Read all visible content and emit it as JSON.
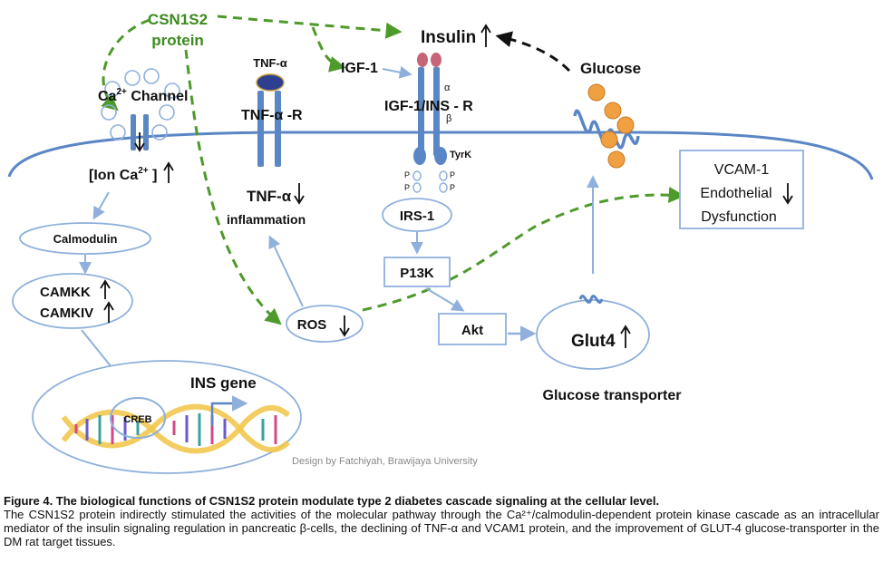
{
  "labels": {
    "csn1s2_line1": "CSN1S2",
    "csn1s2_line2": "protein",
    "insulin": "Insulin",
    "glucose": "Glucose",
    "ca_channel": "Channel",
    "tnf_alpha_ligand": "TNF-α",
    "tnf_receptor": "TNF-α -R",
    "igf1": "IGF-1",
    "igf_ins_receptor": "IGF-1/INS - R",
    "alpha": "α",
    "beta": "β",
    "tyrk": "TyrK",
    "p": "P",
    "ion_ca": "[Ion Ca",
    "ion_ca_close": "]",
    "tnf_alpha_down": "TNF-α",
    "inflammation": "inflammation",
    "irs1": "IRS-1",
    "p13k": "P13K",
    "calmodulin": "Calmodulin",
    "camkk": "CAMKK",
    "camkiv": "CAMKIV",
    "ros": "ROS",
    "akt": "Akt",
    "glut4": "Glut4",
    "glucose_transporter": "Glucose transporter",
    "vcam_line1": "VCAM-1",
    "vcam_line2": "Endothelial",
    "vcam_line3": "Dysfunction",
    "creb": "CREB",
    "ins_gene": "INS gene",
    "credit": "Design by Fatchiyah, Brawijaya University"
  },
  "caption": {
    "title": "Figure 4. The biological functions of CSN1S2 protein modulate type 2 diabetes cascade signaling at the cellular level.",
    "body": "The CSN1S2 protein indirectly stimulated the activities of the molecular pathway through the Ca²⁺/calmodulin-dependent protein kinase cascade as an intracellular mediator of the insulin signaling regulation in pancreatic β-cells, the declining of TNF-α and VCAM1 protein, and the improvement of GLUT-4 glucose-transporter in the DM rat target tissues."
  },
  "colors": {
    "membrane": "#5b86c5",
    "arrow_blue": "#8fb0dc",
    "dashed_green": "#4e9a2a",
    "glucose_orange": "#f0a040",
    "tnf_ligand": "#2f3f8f"
  }
}
